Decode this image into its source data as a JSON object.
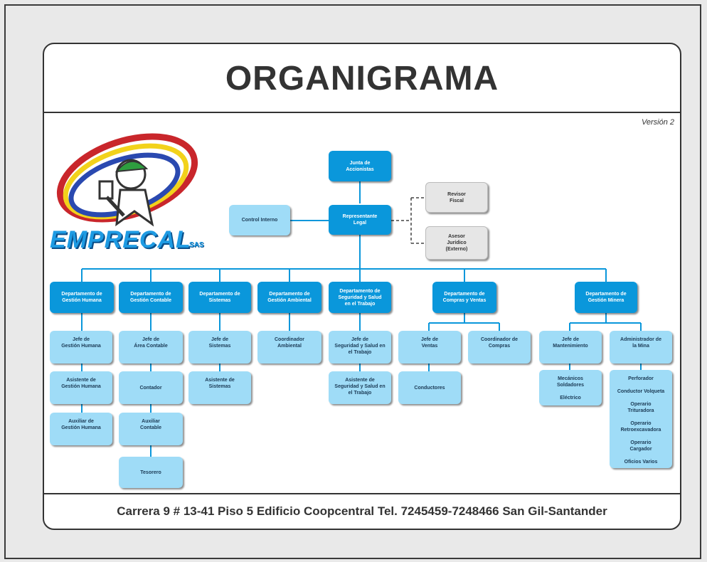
{
  "title": "ORGANIGRAMA",
  "version": "Versión 2",
  "company": {
    "name": "EMPRECAL",
    "suffix": "SAS"
  },
  "footer": "Carrera 9 # 13-41 Piso 5 Edificio Coopcentral Tel. 7245459-7248466 San Gil-Santander",
  "nodes": {
    "junta": "Junta de\nAccionistas",
    "representante": "Representante\nLegal",
    "control_interno": "Control Interno",
    "revisor_fiscal": "Revisor\nFiscal",
    "asesor_juridico": "Asesor\nJurídico\n(Externo)",
    "dep_gestion_humana": "Departamento de\nGestión Humana",
    "dep_gestion_contable": "Departamento de\nGestión Contable",
    "dep_sistemas": "Departamento de\nSistemas",
    "dep_gestion_ambiental": "Departamento de\nGestión Ambiental",
    "dep_seguridad": "Departamento de\nSeguridad y Salud\nen el Trabajo",
    "dep_compras_ventas": "Departamento de\nCompras y Ventas",
    "dep_gestion_minera": "Departamento de\nGestión Minera",
    "jefe_gestion_humana": "Jefe de\nGestión Humana",
    "asistente_gestion_humana": "Asistente de\nGestión Humana",
    "auxiliar_gestion_humana": "Auxiliar de\nGestión Humana",
    "jefe_area_contable": "Jefe de\nÁrea Contable",
    "contador": "Contador",
    "auxiliar_contable": "Auxiliar\nContable",
    "tesorero": "Tesorero",
    "jefe_sistemas": "Jefe de\nSistemas",
    "asistente_sistemas": "Asistente de\nSistemas",
    "coordinador_ambiental": "Coordinador\nAmbiental",
    "jefe_seguridad": "Jefe de\nSeguridad y Salud en\nel Trabajo",
    "asistente_seguridad": "Asistente de\nSeguridad y Salud en\nel Trabajo",
    "jefe_ventas": "Jefe de\nVentas",
    "coordinador_compras": "Coordinador de\nCompras",
    "conductores": "Conductores",
    "jefe_mantenimiento": "Jefe de\nMantenimiento",
    "administrador_mina": "Administrador de\nla Mina",
    "mecanicos_soldadores": "Mecánicos\nSoldadores",
    "electrico": "Eléctrico",
    "perforador": "Perforador",
    "conductor_volqueta": "Conductor Volqueta",
    "operario_trituradora": "Operario\nTrituradora",
    "operario_retroexcavadora": "Operario\nRetroexcavadora",
    "operario_cargador": "Operario\nCargador",
    "oficios_varios": "Oficios Varios"
  },
  "colors": {
    "dark_box": "#0a97db",
    "light_box": "#9fdcf7",
    "gray_box": "#e6e6e6",
    "line": "#0a97db"
  }
}
